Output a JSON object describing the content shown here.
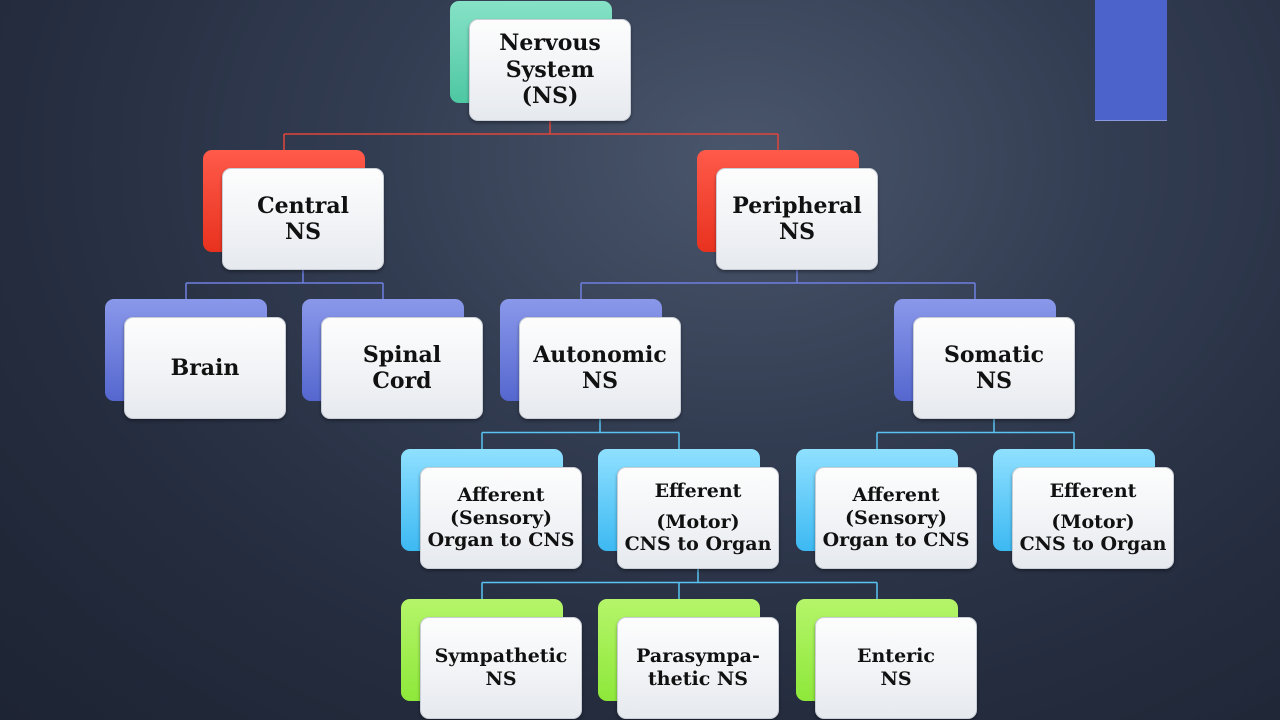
{
  "diagram": {
    "nodes": [
      {
        "id": "nervous-system",
        "color": "teal",
        "size": "big",
        "lines": [
          "Nervous",
          "System",
          "(NS)"
        ]
      },
      {
        "id": "central-ns",
        "color": "red",
        "size": "big",
        "lines": [
          "Central",
          "NS"
        ]
      },
      {
        "id": "peripheral-ns",
        "color": "red",
        "size": "big",
        "lines": [
          "Peripheral",
          "NS"
        ]
      },
      {
        "id": "brain",
        "color": "blue",
        "size": "big",
        "lines": [
          "Brain"
        ]
      },
      {
        "id": "spinal-cord",
        "color": "blue",
        "size": "big",
        "lines": [
          "Spinal",
          "Cord"
        ]
      },
      {
        "id": "autonomic-ns",
        "color": "blue",
        "size": "big",
        "lines": [
          "Autonomic",
          "NS"
        ]
      },
      {
        "id": "somatic-ns",
        "color": "blue",
        "size": "big",
        "lines": [
          "Somatic",
          "NS"
        ]
      },
      {
        "id": "afferent-autonomic",
        "color": "cyan",
        "size": "sm",
        "lines": [
          "Afferent",
          "(Sensory)",
          "Organ to CNS"
        ]
      },
      {
        "id": "efferent-autonomic",
        "color": "cyan",
        "size": "sm",
        "lines": [
          "Efferent",
          "",
          "(Motor)",
          "CNS to Organ"
        ]
      },
      {
        "id": "afferent-somatic",
        "color": "cyan",
        "size": "sm",
        "lines": [
          "Afferent",
          "(Sensory)",
          "Organ to CNS"
        ]
      },
      {
        "id": "efferent-somatic",
        "color": "cyan",
        "size": "sm",
        "lines": [
          "Efferent",
          "",
          "(Motor)",
          "CNS to Organ"
        ]
      },
      {
        "id": "sympathetic-ns",
        "color": "green",
        "size": "sm",
        "lines": [
          "Sympathetic",
          "NS"
        ]
      },
      {
        "id": "parasympathetic-ns",
        "color": "green",
        "size": "sm",
        "lines": [
          "Parasympa-",
          "thetic NS"
        ]
      },
      {
        "id": "enteric-ns",
        "color": "green",
        "size": "sm",
        "lines": [
          "Enteric",
          "NS"
        ]
      }
    ],
    "edges": [
      {
        "from": "nervous-system",
        "to": "central-ns",
        "color": "#e0463a"
      },
      {
        "from": "nervous-system",
        "to": "peripheral-ns",
        "color": "#e0463a"
      },
      {
        "from": "central-ns",
        "to": "brain",
        "color": "#6f7fe0"
      },
      {
        "from": "central-ns",
        "to": "spinal-cord",
        "color": "#6f7fe0"
      },
      {
        "from": "peripheral-ns",
        "to": "autonomic-ns",
        "color": "#6f7fe0"
      },
      {
        "from": "peripheral-ns",
        "to": "somatic-ns",
        "color": "#6f7fe0"
      },
      {
        "from": "autonomic-ns",
        "to": "afferent-autonomic",
        "color": "#59c4f2"
      },
      {
        "from": "autonomic-ns",
        "to": "efferent-autonomic",
        "color": "#59c4f2"
      },
      {
        "from": "somatic-ns",
        "to": "afferent-somatic",
        "color": "#59c4f2"
      },
      {
        "from": "somatic-ns",
        "to": "efferent-somatic",
        "color": "#59c4f2"
      },
      {
        "from": "efferent-autonomic",
        "to": "sympathetic-ns",
        "color": "#59c4f2"
      },
      {
        "from": "efferent-autonomic",
        "to": "parasympathetic-ns",
        "color": "#59c4f2"
      },
      {
        "from": "efferent-autonomic",
        "to": "enteric-ns",
        "color": "#59c4f2"
      }
    ]
  }
}
